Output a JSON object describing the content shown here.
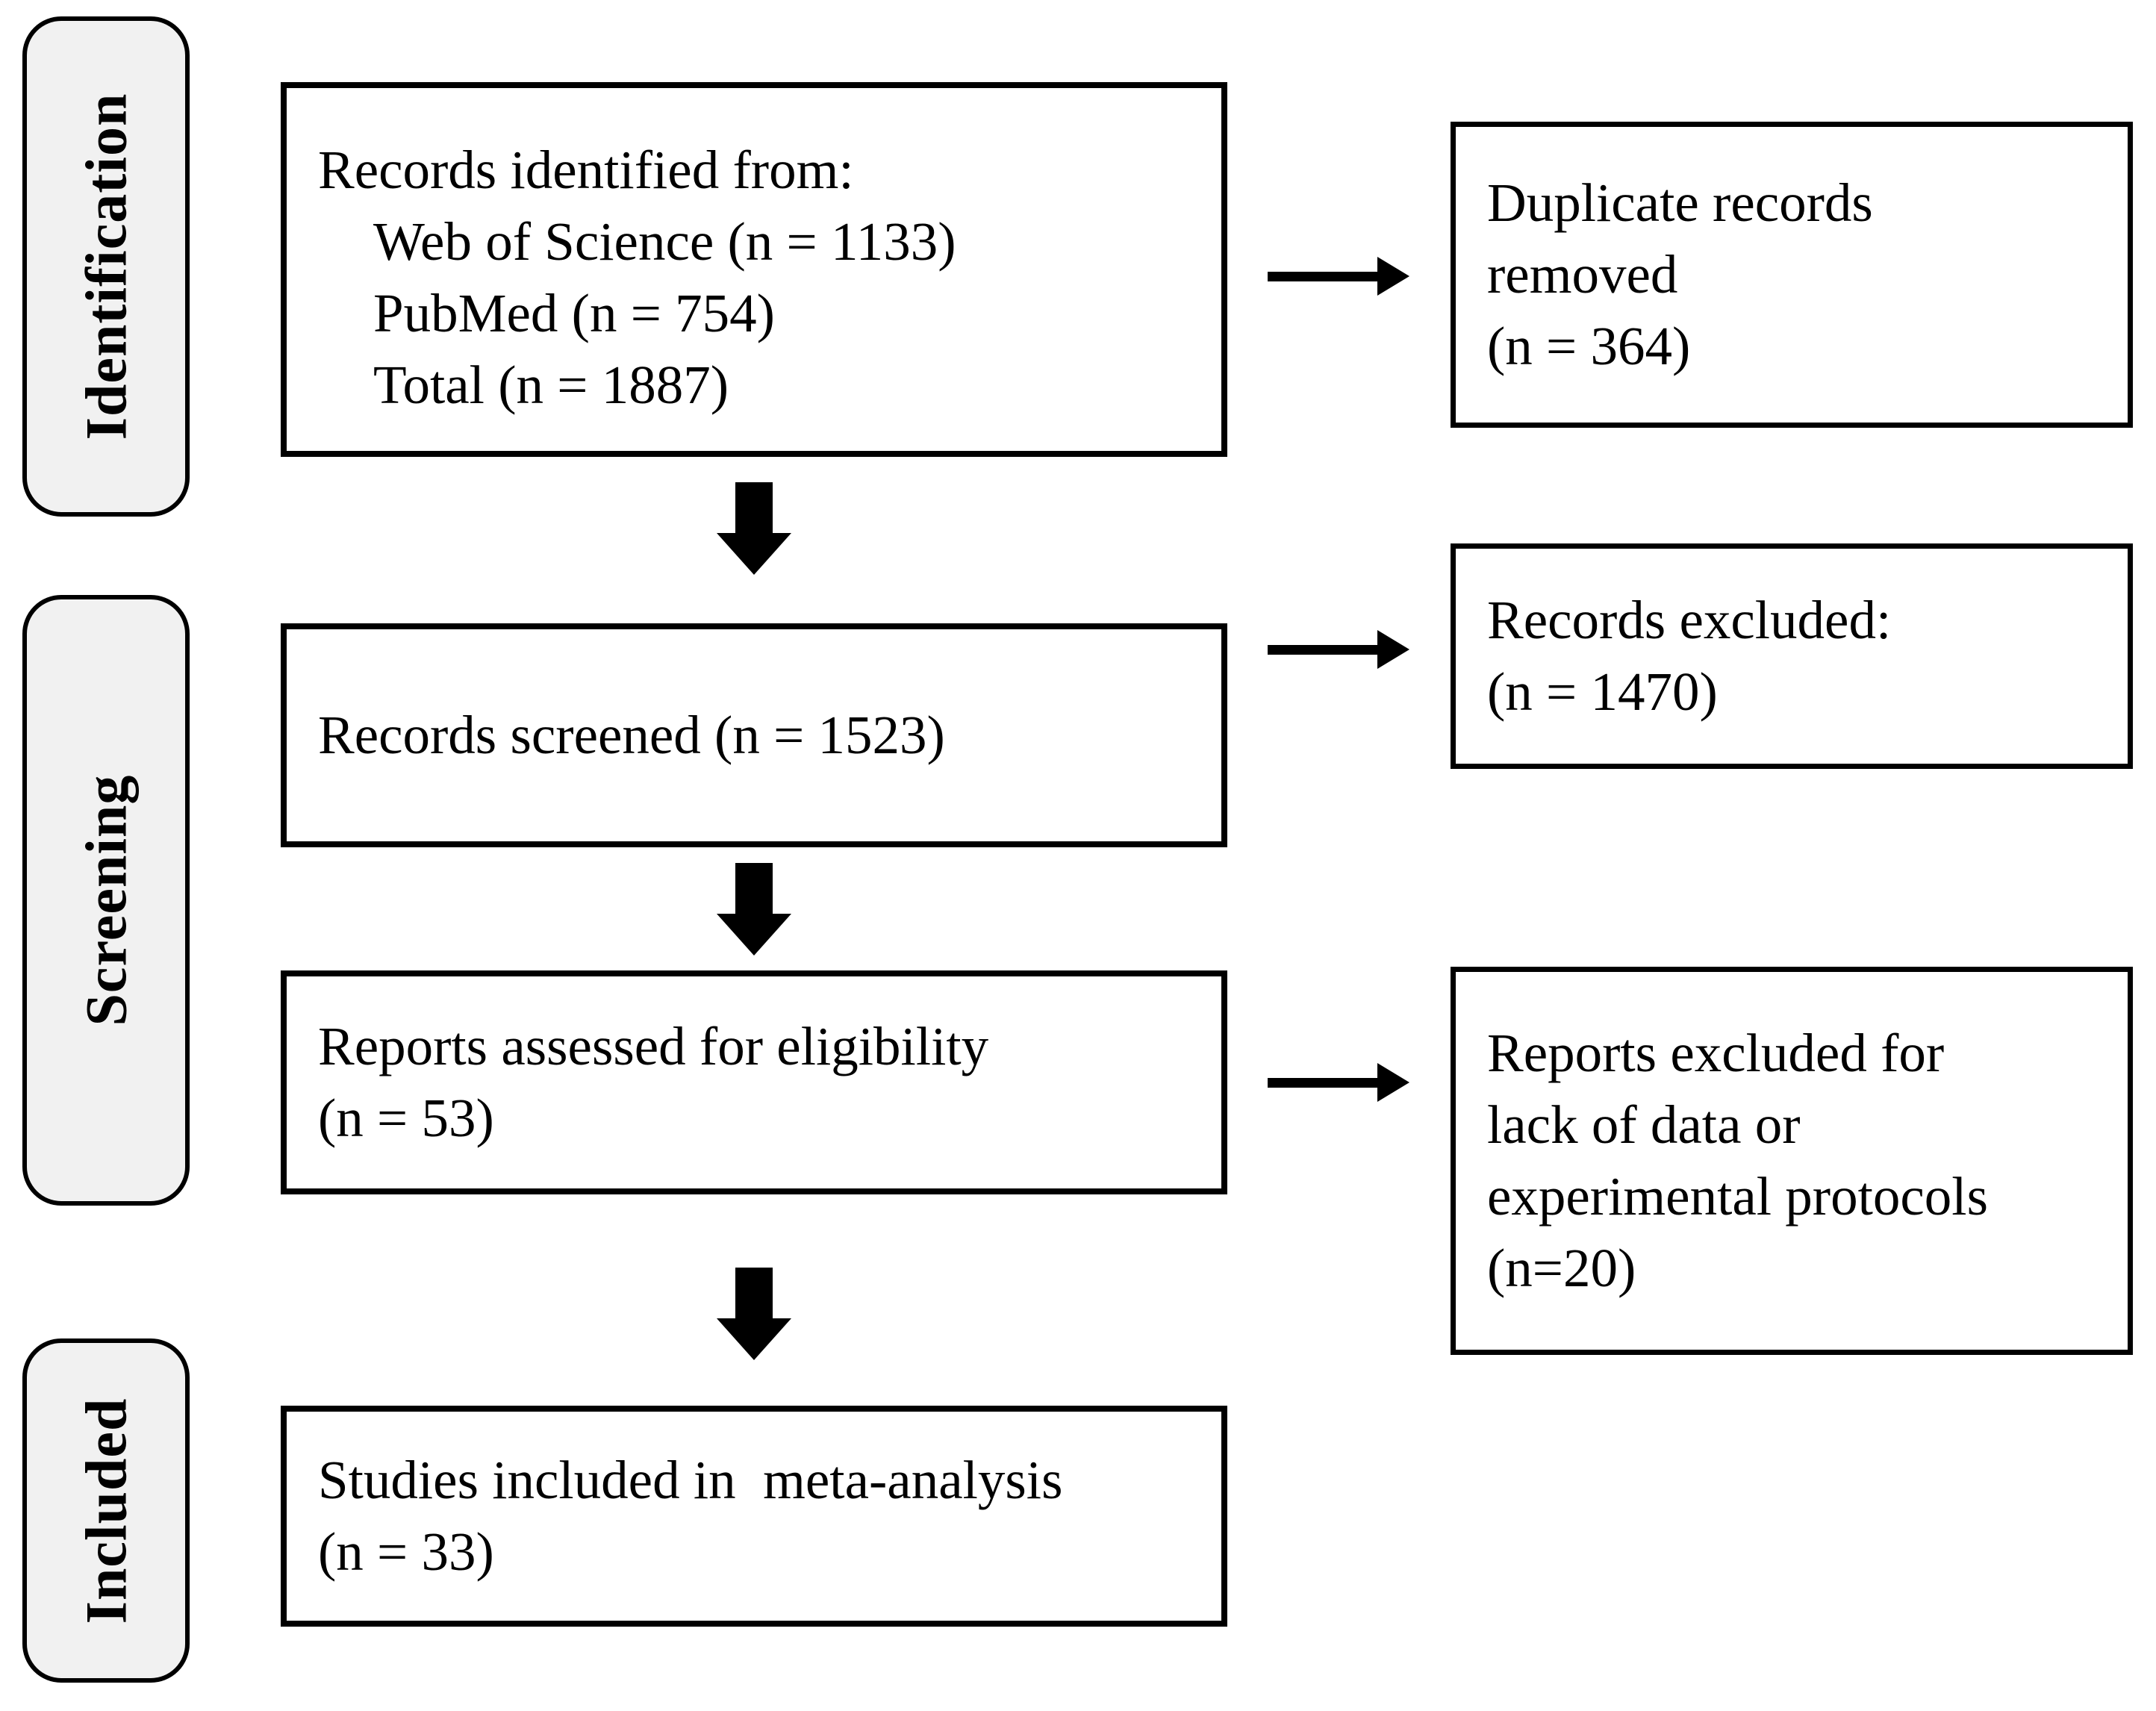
{
  "diagram": {
    "kind": "prisma-flow-diagram",
    "stages": {
      "identification": {
        "label": "Identification"
      },
      "screening": {
        "label": "Screening"
      },
      "included": {
        "label": "Included"
      }
    },
    "boxes": {
      "records_identified": {
        "line1": "Records identified from:",
        "line2": "Web of Science (n = 1133)",
        "line3": "PubMed (n = 754)",
        "line4": "Total (n = 1887)"
      },
      "duplicates_removed": {
        "line1": "Duplicate records",
        "line2": "removed",
        "line3": "(n = 364)"
      },
      "records_screened": {
        "line1": "Records screened (n = 1523)"
      },
      "records_excluded": {
        "line1": "Records excluded:",
        "line2": "(n = 1470)"
      },
      "reports_assessed": {
        "line1": "Reports assessed for eligibility",
        "line2": "(n = 53)"
      },
      "reports_excluded": {
        "line1": "Reports excluded for",
        "line2": "lack of data or",
        "line3": "experimental protocols",
        "line4": "(n=20)"
      },
      "studies_included": {
        "line1": "Studies included in  meta-analysis",
        "line2": "(n = 33)"
      }
    },
    "colors": {
      "border": "#000000",
      "box_fill": "#ffffff",
      "stage_fill": "#f1f1f1",
      "text": "#000000",
      "arrow": "#000000"
    }
  }
}
